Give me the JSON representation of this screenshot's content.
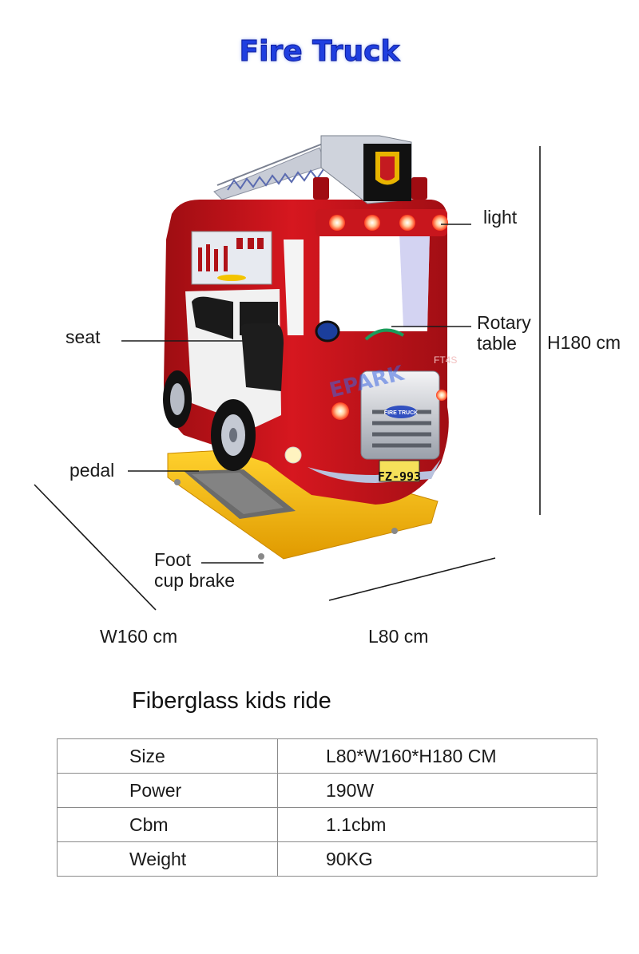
{
  "title": "Fire Truck",
  "callouts": {
    "light": "light",
    "rotary": "Rotary",
    "table": "table",
    "height": "H180 cm",
    "seat": "seat",
    "pedal": "pedal",
    "foot": "Foot",
    "cup_brake": "cup brake",
    "width": "W160 cm",
    "length": "L80 cm"
  },
  "product_marks": {
    "brand": "EPARK",
    "plate": "FZ-993",
    "model": "FT4S",
    "grille_badge": "FIRE TRUCK"
  },
  "subtitle": "Fiberglass kids ride",
  "specs": [
    {
      "label": "Size",
      "value": "L80*W160*H180 CM"
    },
    {
      "label": "Power",
      "value": "190W"
    },
    {
      "label": "Cbm",
      "value": "1.1cbm"
    },
    {
      "label": "Weight",
      "value": "90KG"
    }
  ],
  "colors": {
    "title": "#1f3fe0",
    "body_red": "#c8161d",
    "base_yellow": "#f2b705"
  }
}
